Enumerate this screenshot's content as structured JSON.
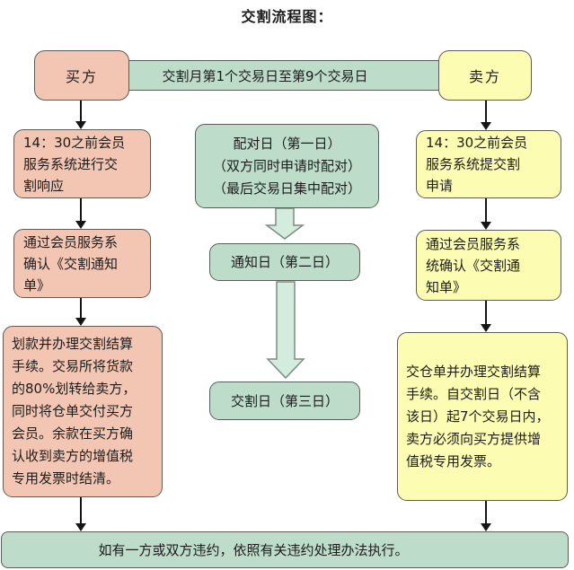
{
  "title": "交割流程图：",
  "palette": {
    "buyer_fill": "#f3c6b3",
    "seller_fill": "#fcfcb2",
    "green_fill": "#bedcca",
    "block_arrow_fill": "#d3ecdd",
    "block_arrow_stroke": "#7c8c82",
    "box_border": "#5f5b57",
    "connector_color": "#151515"
  },
  "top_row": {
    "buyer_label": "买方",
    "period_label": "交割月第1个交易日至第9个交易日",
    "seller_label": "卖方"
  },
  "buyer_column": {
    "step1": "14：30之前会员\n服务系统进行交\n割响应",
    "step2": "通过会员服务系\n确认《交割通知\n单》",
    "step3": "划款并办理交割结算\n手续。交易所将货款\n的80%划转给卖方，\n同时将仓单交付买方\n会员。余款在买方确\n认收到卖方的增值税\n专用发票时结清。"
  },
  "middle_column": {
    "step1": "配对日（第一日）\n（双方同时申请时配对）\n（最后交易日集中配对）",
    "step2": "通知日（第二日）",
    "step3": "交割日（第三日）"
  },
  "seller_column": {
    "step1": "14：30之前会员\n服务系统提交割\n申请",
    "step2": "通过会员服务系\n统确认《交割通\n知单》",
    "step3": "交仓单并办理交割结算\n手续。自交割日（不含\n该日）起7个交易日内，\n卖方必须向买方提供增\n值税专用发票。"
  },
  "footer": "如有一方或双方违约，依照有关违约处理办法执行。"
}
